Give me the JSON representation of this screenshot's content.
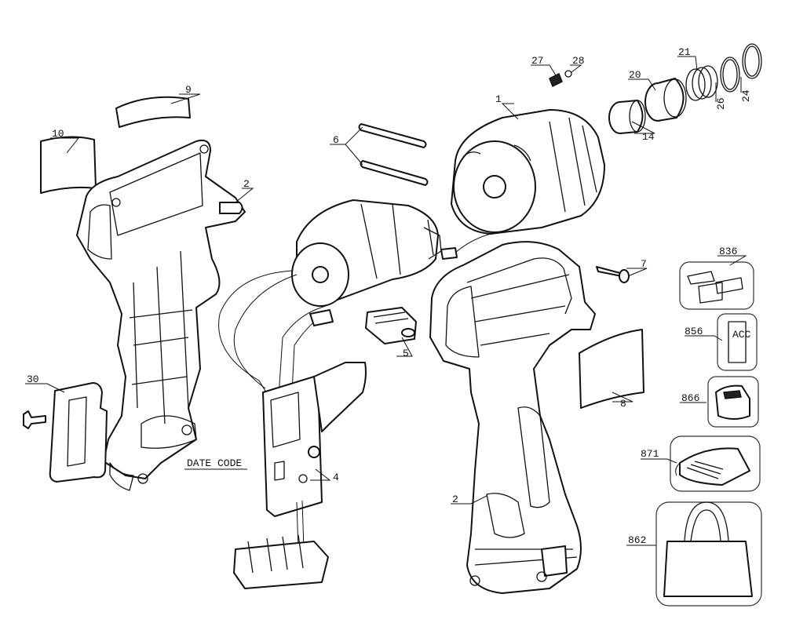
{
  "callouts": {
    "c1": "1",
    "c2a": "2",
    "c2b": "2",
    "c4": "4",
    "c5": "5",
    "c6": "6",
    "c7": "7",
    "c8": "8",
    "c9": "9",
    "c10": "10",
    "c14": "14",
    "c20": "20",
    "c21": "21",
    "c24": "24",
    "c26": "26",
    "c27": "27",
    "c28": "28",
    "c30": "30",
    "c836": "836",
    "c856": "856",
    "c862": "862",
    "c866": "866",
    "c871": "871",
    "date_code": "DATE CODE"
  },
  "label_856": "ACC"
}
